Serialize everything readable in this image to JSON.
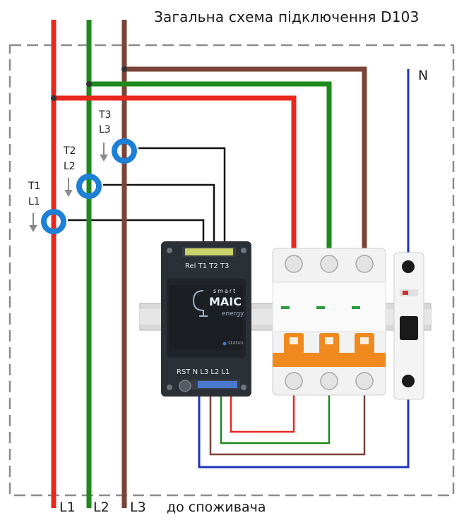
{
  "title": "Загальна схема підключення D103",
  "neutral_label": "N",
  "bottom": {
    "l1": "L1",
    "l2": "L2",
    "l3": "L3",
    "consumer": "до споживача"
  },
  "sensors": [
    {
      "t": "T1",
      "l": "L1"
    },
    {
      "t": "T2",
      "l": "L2"
    },
    {
      "t": "T3",
      "l": "L3"
    }
  ],
  "device": {
    "top_terminals": "Rel  T1  T2  T3",
    "bottom_terminals": "RST   N  L3  L2  L1",
    "brand_small": "smart",
    "brand": "MAIC",
    "brand_sub": "energy",
    "status": "status"
  },
  "colors": {
    "l1": "#e8281e",
    "l2": "#1e8a1e",
    "l3": "#7a4438",
    "neutral": "#2233bb",
    "ct_ring": "#1e7fd6",
    "breaker_orange": "#f08a1e"
  }
}
